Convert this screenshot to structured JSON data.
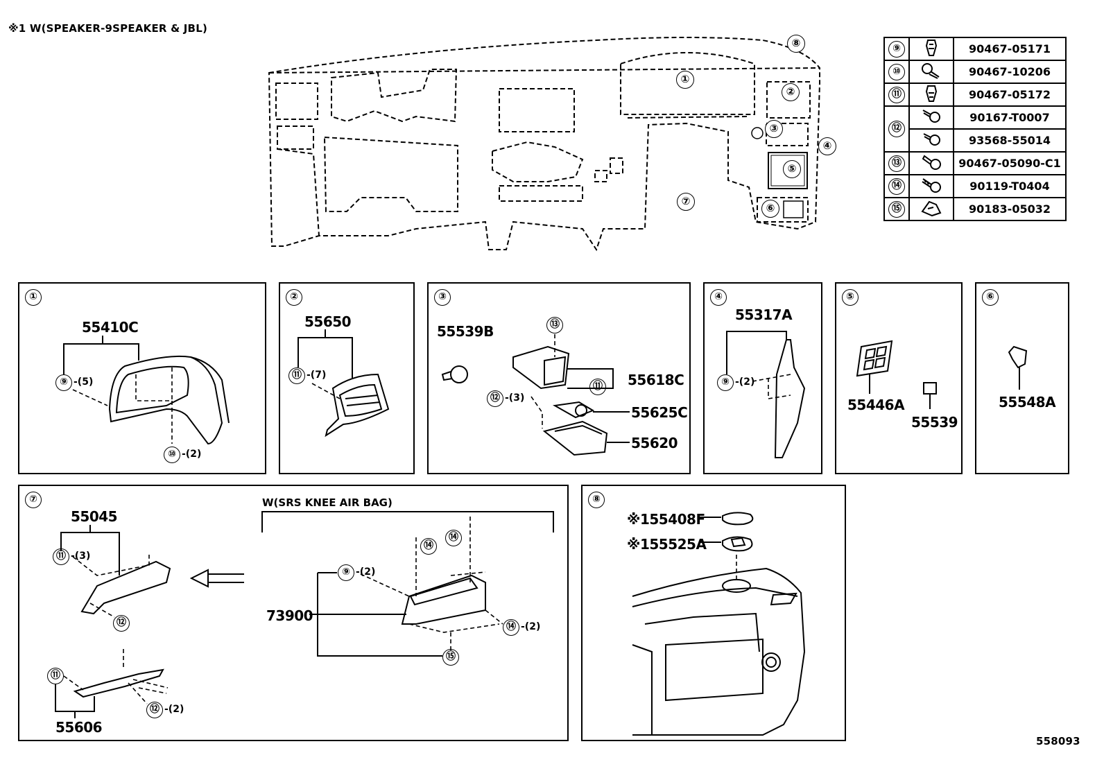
{
  "header_note": "※1 W(SPEAKER-9SPEAKER & JBL)",
  "figure_id": "558093",
  "overview_callouts": [
    "①",
    "②",
    "③",
    "④",
    "⑤",
    "⑥",
    "⑦",
    "⑧"
  ],
  "fastener_table": [
    {
      "ref": "⑨",
      "icon": "clip-icon",
      "part": "90467-05171"
    },
    {
      "ref": "⑩",
      "icon": "push-clip-icon",
      "part": "90467-10206"
    },
    {
      "ref": "⑪",
      "icon": "clip-icon",
      "part": "90467-05172"
    },
    {
      "ref": "⑫",
      "icon": "screw-icon",
      "part": "90167-T0007"
    },
    {
      "ref": "⑫",
      "icon": "screw-icon",
      "part": "93568-55014"
    },
    {
      "ref": "⑬",
      "icon": "pin-clip-icon",
      "part": "90467-05090-C1"
    },
    {
      "ref": "⑭",
      "icon": "bolt-icon",
      "part": "90119-T0404"
    },
    {
      "ref": "⑮",
      "icon": "nut-icon",
      "part": "90183-05032"
    }
  ],
  "panels": {
    "p1": {
      "label": "①",
      "parts": [
        "55410C"
      ],
      "callouts": [
        {
          "ref": "⑨",
          "qty": "-(5)"
        },
        {
          "ref": "⑩",
          "qty": "-(2)"
        }
      ]
    },
    "p2": {
      "label": "②",
      "parts": [
        "55650"
      ],
      "callouts": [
        {
          "ref": "⑪",
          "qty": "-(7)"
        }
      ]
    },
    "p3": {
      "label": "③",
      "parts": [
        "55539B",
        "55618C",
        "55625C",
        "55620"
      ],
      "callouts": [
        {
          "ref": "⑬",
          "qty": ""
        },
        {
          "ref": "⑪",
          "qty": ""
        },
        {
          "ref": "⑫",
          "qty": "-(3)"
        }
      ]
    },
    "p4": {
      "label": "④",
      "parts": [
        "55317A"
      ],
      "callouts": [
        {
          "ref": "⑨",
          "qty": "-(2)"
        }
      ]
    },
    "p5": {
      "label": "⑤",
      "parts": [
        "55446A",
        "55539"
      ]
    },
    "p6": {
      "label": "⑥",
      "parts": [
        "55548A"
      ]
    },
    "p7": {
      "label": "⑦",
      "condition": "W(SRS KNEE AIR BAG)",
      "parts": [
        "55045",
        "55606",
        "73900"
      ],
      "callouts": [
        {
          "ref": "⑪",
          "qty": "-(3)"
        },
        {
          "ref": "⑫",
          "qty": ""
        },
        {
          "ref": "⑪",
          "qty": ""
        },
        {
          "ref": "⑫",
          "qty": "-(2)"
        },
        {
          "ref": "⑨",
          "qty": "-(2)"
        },
        {
          "ref": "⑭",
          "qty": ""
        },
        {
          "ref": "⑭",
          "qty": ""
        },
        {
          "ref": "⑭",
          "qty": "-(2)"
        },
        {
          "ref": "⑮",
          "qty": ""
        }
      ]
    },
    "p8": {
      "label": "⑧",
      "parts": [
        "※155408F",
        "※155525A"
      ]
    }
  }
}
